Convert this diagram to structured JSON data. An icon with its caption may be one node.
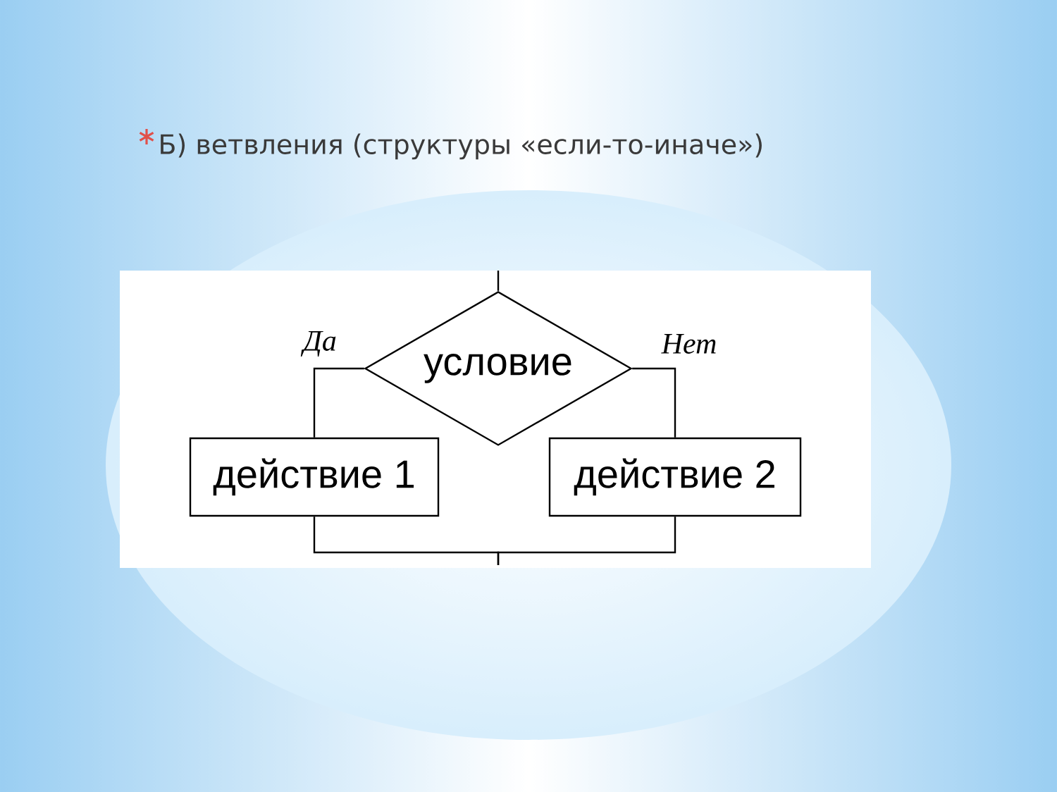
{
  "diagram": {
    "title": "Б) ветвления (структуры «если-то-иначе»)",
    "nodes": [
      {
        "text": [
          "условие"
        ]
      },
      {
        "text": [
          "действие 1"
        ]
      },
      {
        "text": [
          "действие 2"
        ]
      }
    ],
    "edges": [
      {
        "from": null,
        "to": 0,
        "arrow": "none"
      },
      {
        "from": 0,
        "to": 1,
        "arrow": "none",
        "label": "Да"
      },
      {
        "from": 0,
        "to": 2,
        "arrow": "none",
        "label": "Нет"
      },
      {
        "from": 1,
        "to": null,
        "arrow": "none"
      },
      {
        "from": 2,
        "to": null,
        "arrow": "none"
      }
    ]
  }
}
